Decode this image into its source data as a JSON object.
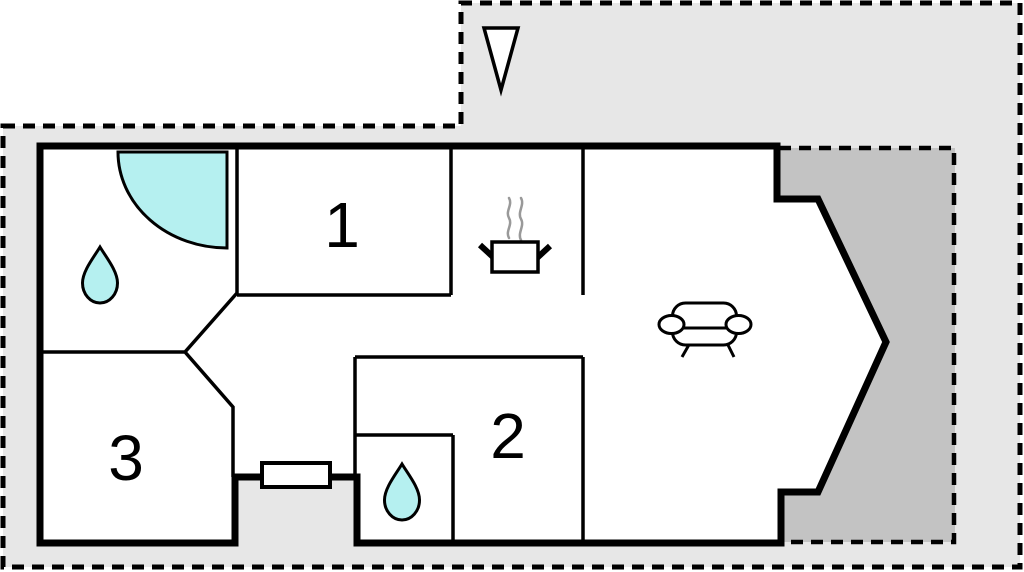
{
  "floorplan": {
    "type": "holiday-home-floor-plan",
    "rooms": [
      {
        "id": "room-1",
        "label": "1"
      },
      {
        "id": "room-2",
        "label": "2"
      },
      {
        "id": "room-3",
        "label": "3"
      }
    ],
    "icons": [
      "north-arrow-icon",
      "shower-icon",
      "water-drop-icon",
      "stove-icon",
      "sofa-icon",
      "entrance-window-icon"
    ],
    "colors": {
      "background": "#FFFFFF",
      "plot": "#E7E7E7",
      "terrace": "#C3C3C3",
      "wall": "#000000",
      "water": "#B5F0F0",
      "steam": "#999999"
    }
  }
}
